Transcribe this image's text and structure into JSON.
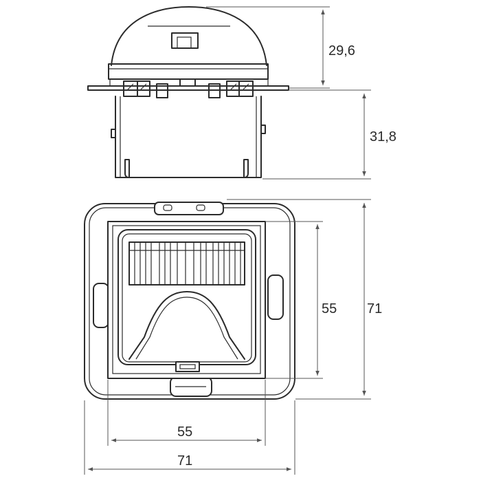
{
  "dimensions": {
    "side_top_height": "29,6",
    "side_bottom_height": "31,8",
    "front_inner_height": "55",
    "front_outer_height": "71",
    "front_inner_width": "55",
    "front_outer_width": "71"
  },
  "colors": {
    "line": "#2b2b2b",
    "dimension_line": "#555555",
    "background": "#ffffff"
  }
}
